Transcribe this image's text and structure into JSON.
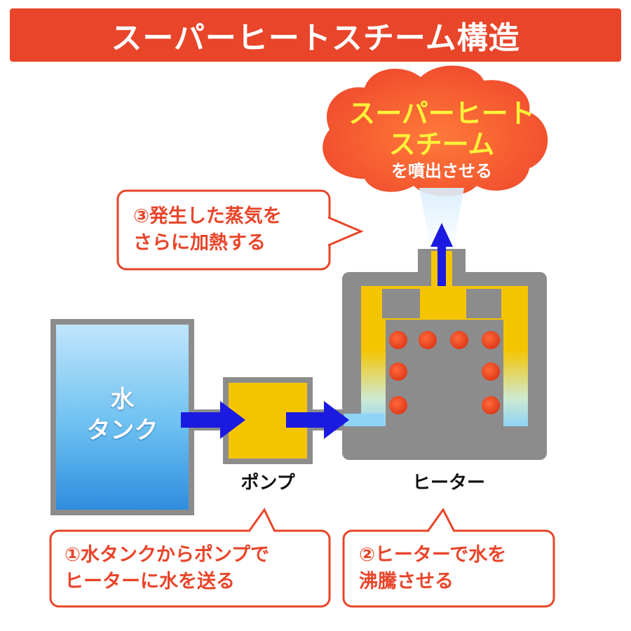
{
  "title": "スーパーヒートスチーム構造",
  "components": {
    "tank_line1": "水",
    "tank_line2": "タンク",
    "pump": "ポンプ",
    "heater": "ヒーター"
  },
  "cloud": {
    "line1": "スーパーヒート",
    "line2": "スチーム",
    "line3": "を噴出させる"
  },
  "callouts": {
    "step1_line1": "①水タンクからポンプで",
    "step1_line2": "ヒーターに水を送る",
    "step2_line1": "②ヒーターで水を",
    "step2_line2": "沸騰させる",
    "step3_line1": "③発生した蒸気を",
    "step3_line2": "さらに加熱する"
  },
  "colors": {
    "accent": "#e8452a",
    "water": "#3a9be8",
    "pump": "#f5c400",
    "heater_body": "#8c8c8c",
    "arrow": "#1a1ae0",
    "cloud": "#f0562f",
    "steam_text": "#fff23a"
  }
}
